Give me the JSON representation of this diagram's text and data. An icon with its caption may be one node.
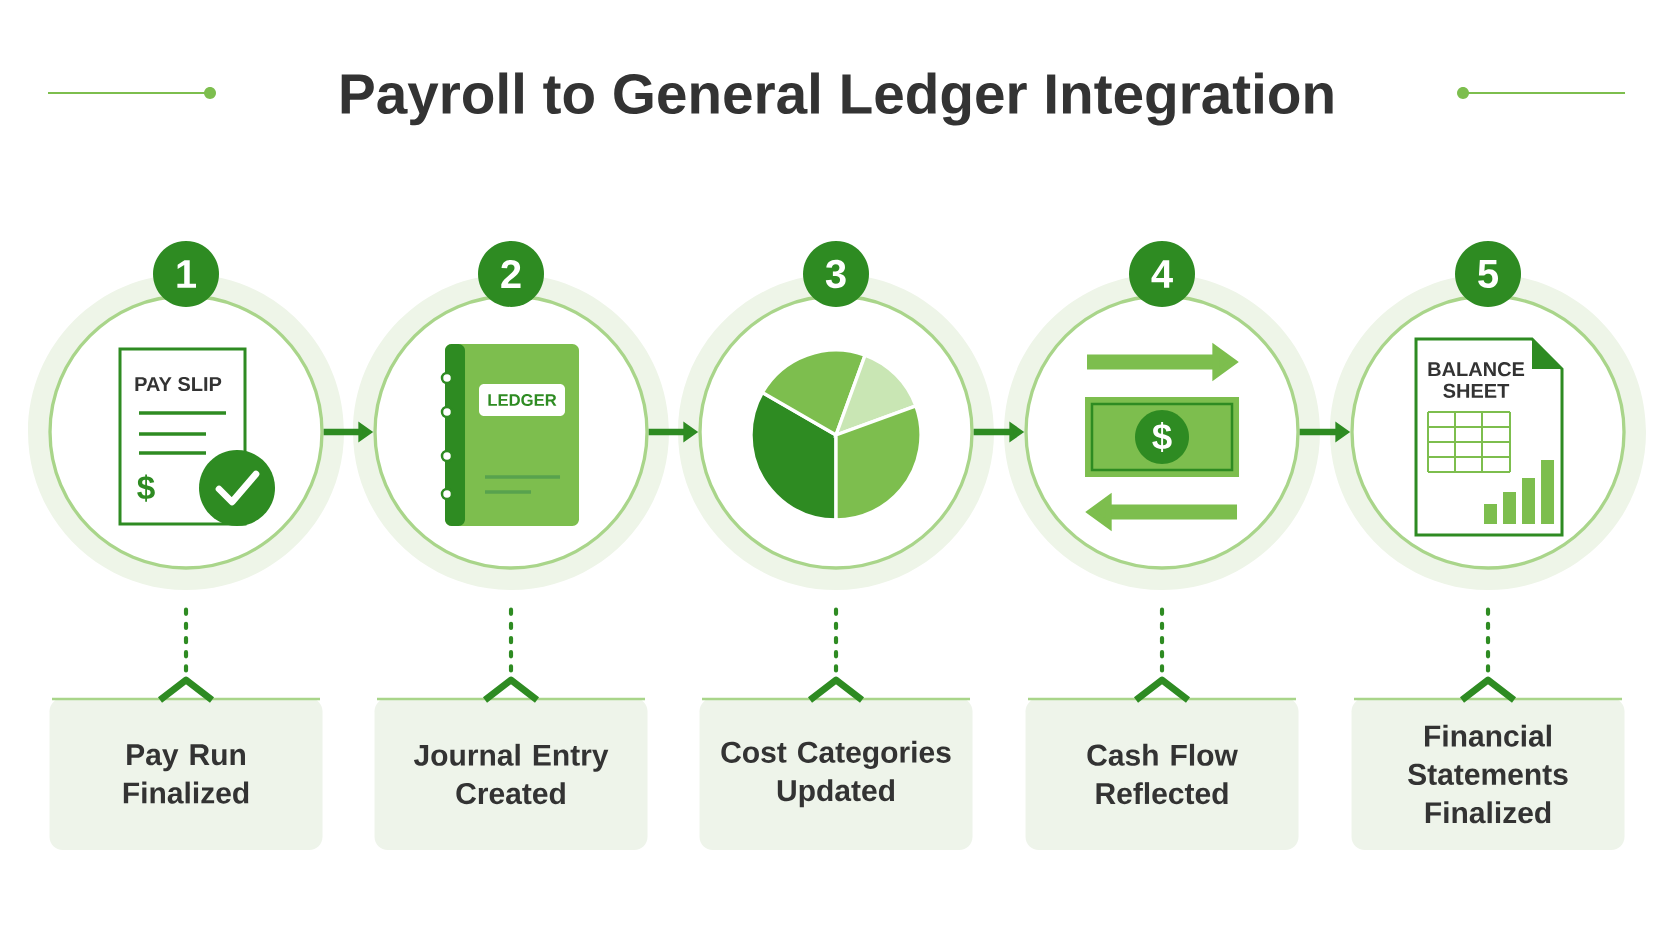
{
  "diagram": {
    "title": "Payroll to General Ledger Integration",
    "nodes": [
      {
        "text": [
          "1",
          "PAY SLIP",
          "$"
        ]
      },
      {
        "text": [
          "2",
          "LEDGER"
        ]
      },
      {
        "text": [
          "3"
        ]
      },
      {
        "text": [
          "4",
          "$"
        ]
      },
      {
        "text": [
          "5",
          "BALANCE SHEET"
        ]
      },
      {
        "text": [
          "Pay Run Finalized"
        ]
      },
      {
        "text": [
          "Journal Entry Created"
        ]
      },
      {
        "text": [
          "Cost Categories Updated"
        ]
      },
      {
        "text": [
          "Cash Flow Reflected"
        ]
      },
      {
        "text": [
          "Financial Statements Finalized"
        ]
      }
    ],
    "edges": [
      {
        "from": 0,
        "to": 1,
        "arrow": "to"
      },
      {
        "from": 1,
        "to": 2,
        "arrow": "to"
      },
      {
        "from": 2,
        "to": 3,
        "arrow": "to"
      },
      {
        "from": 3,
        "to": 4,
        "arrow": "to"
      },
      {
        "from": 0,
        "to": 5,
        "arrow": "none",
        "style": "dashed"
      },
      {
        "from": 1,
        "to": 6,
        "arrow": "none",
        "style": "dashed"
      },
      {
        "from": 2,
        "to": 7,
        "arrow": "none",
        "style": "dashed"
      },
      {
        "from": 3,
        "to": 8,
        "arrow": "none",
        "style": "dashed"
      },
      {
        "from": 4,
        "to": 9,
        "arrow": "none",
        "style": "dashed"
      }
    ]
  }
}
